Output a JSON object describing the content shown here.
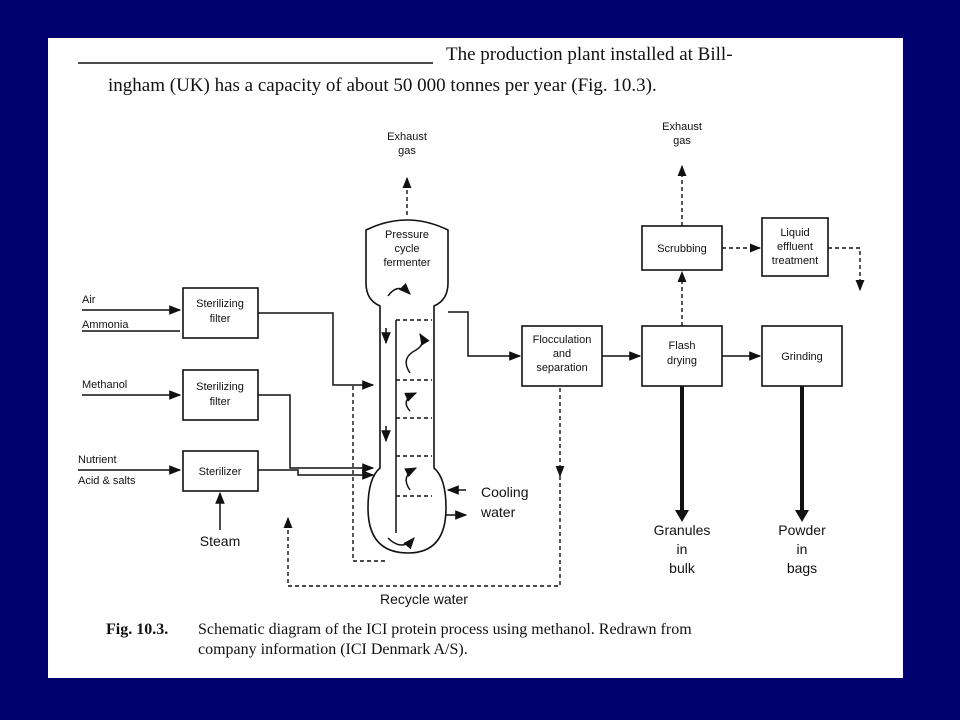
{
  "intro": {
    "line1": "The production plant installed at Bill-",
    "line2": "ingham (UK) has a capacity of about 50 000 tonnes per year (Fig. 10.3)."
  },
  "inputs": {
    "air": "Air",
    "ammonia": "Ammonia",
    "methanol": "Methanol",
    "nutrient": "Nutrient",
    "acid_salts": "Acid & salts",
    "steam": "Steam"
  },
  "boxes": {
    "filter1_line1": "Sterilizing",
    "filter1_line2": "filter",
    "filter2_line1": "Sterilizing",
    "filter2_line2": "filter",
    "sterilizer": "Sterilizer",
    "fermenter_line1": "Pressure",
    "fermenter_line2": "cycle",
    "fermenter_line3": "fermenter",
    "flocculation_line1": "Flocculation",
    "flocculation_line2": "and",
    "flocculation_line3": "separation",
    "flash_line1": "Flash",
    "flash_line2": "drying",
    "grinding": "Grinding",
    "scrubbing": "Scrubbing",
    "effluent_line1": "Liquid",
    "effluent_line2": "effluent",
    "effluent_line3": "treatment"
  },
  "outputs": {
    "exhaust1_line1": "Exhaust",
    "exhaust1_line2": "gas",
    "exhaust2_line1": "Exhaust",
    "exhaust2_line2": "gas",
    "cooling_line1": "Cooling",
    "cooling_line2": "water",
    "recycle": "Recycle water",
    "granules_line1": "Granules",
    "granules_line2": "in",
    "granules_line3": "bulk",
    "powder_line1": "Powder",
    "powder_line2": "in",
    "powder_line3": "bags"
  },
  "caption": {
    "label": "Fig. 10.3.",
    "line1": "Schematic diagram of the ICI protein process using methanol. Redrawn from",
    "line2": "company information (ICI Denmark A/S)."
  }
}
